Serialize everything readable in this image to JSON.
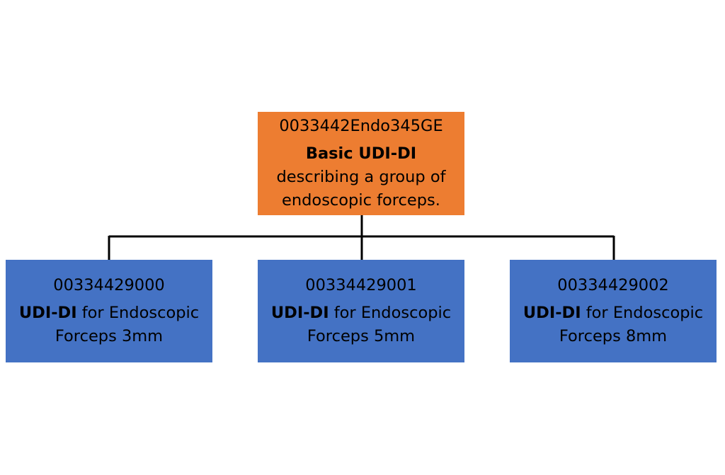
{
  "colors": {
    "root_fill": "#ED7D31",
    "child_fill": "#4472C4",
    "connector": "#000000"
  },
  "root": {
    "code": "0033442Endo345GE",
    "label_bold": "Basic UDI-DI",
    "label_rest": " describing a group of endoscopic forceps."
  },
  "children": [
    {
      "code": "00334429000",
      "label_bold": "UDI-DI",
      "label_rest": " for Endoscopic Forceps 3mm"
    },
    {
      "code": "00334429001",
      "label_bold": "UDI-DI",
      "label_rest": " for Endoscopic Forceps 5mm"
    },
    {
      "code": "00334429002",
      "label_bold": "UDI-DI",
      "label_rest": " for Endoscopic Forceps 8mm"
    }
  ]
}
